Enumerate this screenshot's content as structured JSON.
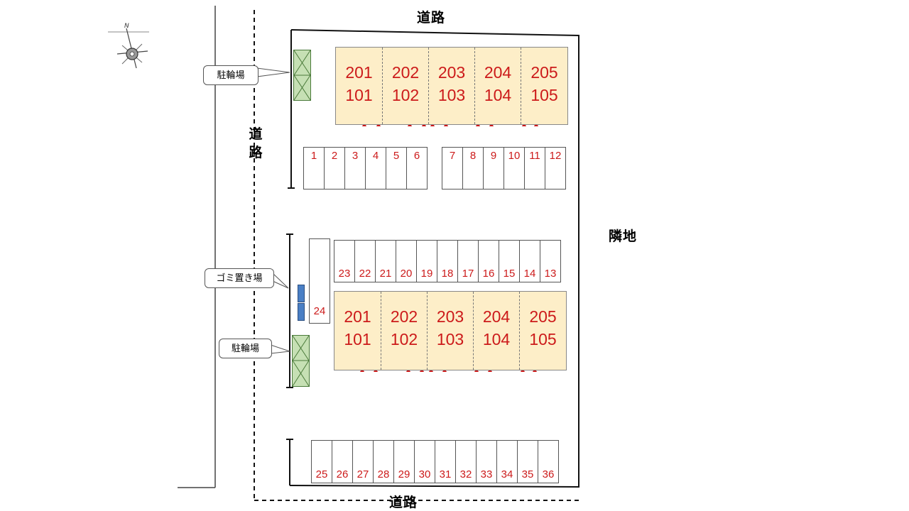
{
  "roads": {
    "top": "道路",
    "left_top": "道",
    "left_bottom": "路",
    "bottom": "道路"
  },
  "neighbor_label": "隣地",
  "compass_letter": "N",
  "callouts": {
    "bike_top": "駐輪場",
    "trash": "ゴミ置き場",
    "bike_bottom": "駐輪場"
  },
  "building_top": {
    "units": [
      {
        "upper": "201",
        "lower": "101"
      },
      {
        "upper": "202",
        "lower": "102"
      },
      {
        "upper": "203",
        "lower": "103"
      },
      {
        "upper": "204",
        "lower": "104"
      },
      {
        "upper": "205",
        "lower": "105"
      }
    ]
  },
  "building_bottom": {
    "units": [
      {
        "upper": "201",
        "lower": "101"
      },
      {
        "upper": "202",
        "lower": "102"
      },
      {
        "upper": "203",
        "lower": "103"
      },
      {
        "upper": "204",
        "lower": "104"
      },
      {
        "upper": "205",
        "lower": "105"
      }
    ]
  },
  "parking": {
    "row1a": [
      "1",
      "2",
      "3",
      "4",
      "5",
      "6"
    ],
    "row1b": [
      "7",
      "8",
      "9",
      "10",
      "11",
      "12"
    ],
    "row2": [
      "23",
      "22",
      "21",
      "20",
      "19",
      "18",
      "17",
      "16",
      "15",
      "14",
      "13"
    ],
    "stall24": "24",
    "row3": [
      "25",
      "26",
      "27",
      "28",
      "29",
      "30",
      "31",
      "32",
      "33",
      "34",
      "35",
      "36"
    ]
  },
  "colors": {
    "unit_number": "#cc1a1a",
    "building_fill": "#fdeec8",
    "bike_fill": "#c6e0b4",
    "trash_fill": "#4a7fc5"
  }
}
